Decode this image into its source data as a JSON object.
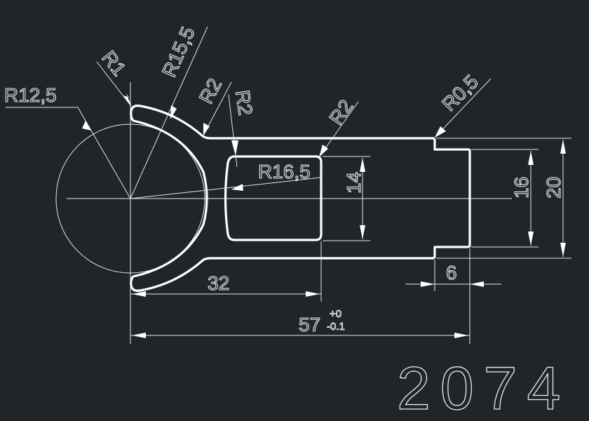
{
  "drawing": {
    "part_number": "2074",
    "colors": {
      "background": "#212529",
      "lines": "#ffffff"
    },
    "radius_labels": {
      "r12_5": "R12,5",
      "r1": "R1",
      "r15_5": "R15,5",
      "r2_outer": "R2",
      "r2_slot_left": "R2",
      "r2_slot_right": "R2",
      "r16_5": "R16,5",
      "r0_5": "R0,5"
    },
    "dimensions": {
      "d14": "14",
      "d16": "16",
      "d20": "20",
      "d32": "32",
      "d6": "6",
      "d57": "57",
      "d57_tol_upper": "+0",
      "d57_tol_lower": "-0.1"
    }
  }
}
